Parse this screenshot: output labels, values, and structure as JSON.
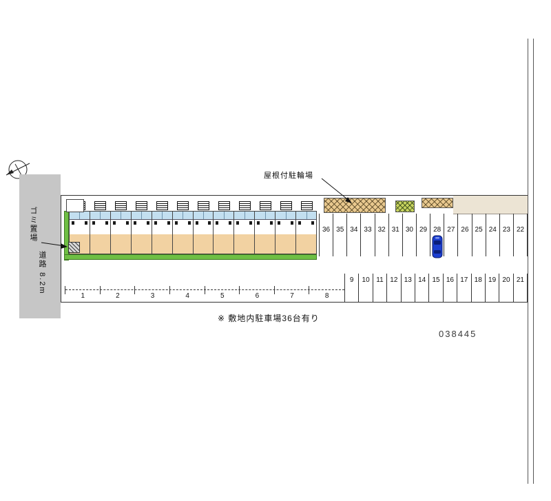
{
  "plan": {
    "number": "038445",
    "note": "※ 敷地内駐車場36台有り"
  },
  "labels": {
    "bike_parking": "屋根付駐輪場",
    "garbage_area": "ゴミ置場",
    "road": "道路",
    "road_width": "8.2m"
  },
  "parking": {
    "upper_row": [
      "36",
      "35",
      "34",
      "33",
      "32",
      "31",
      "30",
      "29",
      "28",
      "27",
      "26",
      "25",
      "24",
      "23",
      "22"
    ],
    "lower_row": [
      "9",
      "10",
      "11",
      "12",
      "13",
      "14",
      "15",
      "16",
      "17",
      "18",
      "19",
      "20",
      "21"
    ],
    "street_row": [
      "1",
      "2",
      "3",
      "4",
      "5",
      "6",
      "7",
      "8"
    ],
    "car_space": "28"
  },
  "building": {
    "units": 12
  },
  "colors": {
    "road_gray": "#c6c6c6",
    "building_tan": "#f2d2a2",
    "balcony_blue": "#c3dff0",
    "landscape_green": "#6fbf44",
    "bike_roof_tan": "#e9c98f",
    "car_blue": "#1c3fd0",
    "neighbor_beige": "#ece4d4"
  }
}
